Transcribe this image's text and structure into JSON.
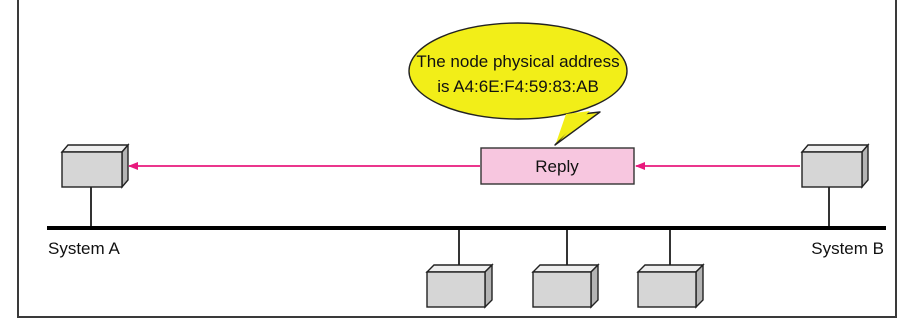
{
  "diagram": {
    "callout_text_line1": "The node physical address",
    "callout_text_line2": "is A4:6E:F4:59:83:AB",
    "reply_label": "Reply",
    "system_a_label": "System A",
    "system_b_label": "System B"
  },
  "colors": {
    "callout_fill": "#f2ee18",
    "reply_fill": "#f7c6df",
    "arrow": "#e8197d",
    "node_front": "#d6d6d6",
    "node_top": "#eeeeee",
    "node_side": "#b4b4b4",
    "bus": "#000000"
  },
  "icons": {
    "node": "network-host-box-icon"
  }
}
